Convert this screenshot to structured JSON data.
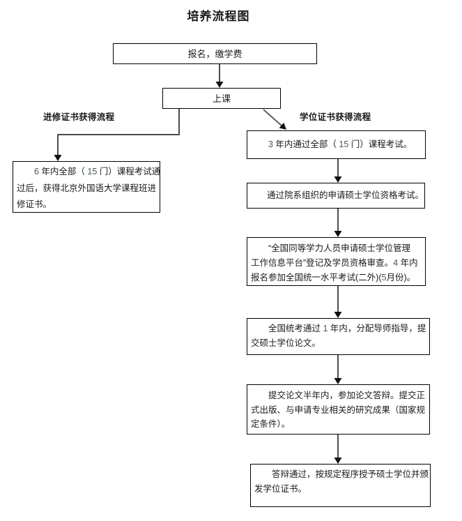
{
  "title": "培养流程图",
  "headings": {
    "left": "进修证书获得流程",
    "right": "学位证书获得流程"
  },
  "nodes": {
    "enroll": {
      "label": "报名，缴学费"
    },
    "attend": {
      "label": "上课"
    },
    "cert": {
      "lines": [
        "6 年内全部（ 15 门）课程考试通",
        "过后，获得北京外国语大学课程班进",
        "修证书。"
      ]
    },
    "exam": {
      "label": "3 年内通过全部（ 15 门）课程考试。"
    },
    "qualify": {
      "label": "通过院系组织的申请硕士学位资格考试。"
    },
    "platform": {
      "lines": [
        "“全国同等学力人员申请硕士学位管理",
        "工作信息平台”登记及学员资格审查。4 年内",
        "报名参加全国统一水平考试(二外)(5月份)。"
      ]
    },
    "thesis": {
      "lines": [
        "全国统考通过 1 年内，分配导师指导，提",
        "交硕士学位论文。"
      ]
    },
    "defense": {
      "lines": [
        "提交论文半年内，参加论文答辩。提交正",
        "式出版、与申请专业相关的研究成果（国家规",
        "定条件）。"
      ]
    },
    "degree": {
      "lines": [
        "答辩通过，按规定程序授予硕士学位并颁",
        "发学位证书。"
      ]
    }
  },
  "colors": {
    "background": "#ffffff",
    "border": "#000000",
    "text": "#1a1a1a",
    "digit_accent": "#475761",
    "connector": "#4c4c4c",
    "arrowhead": "#111111"
  }
}
